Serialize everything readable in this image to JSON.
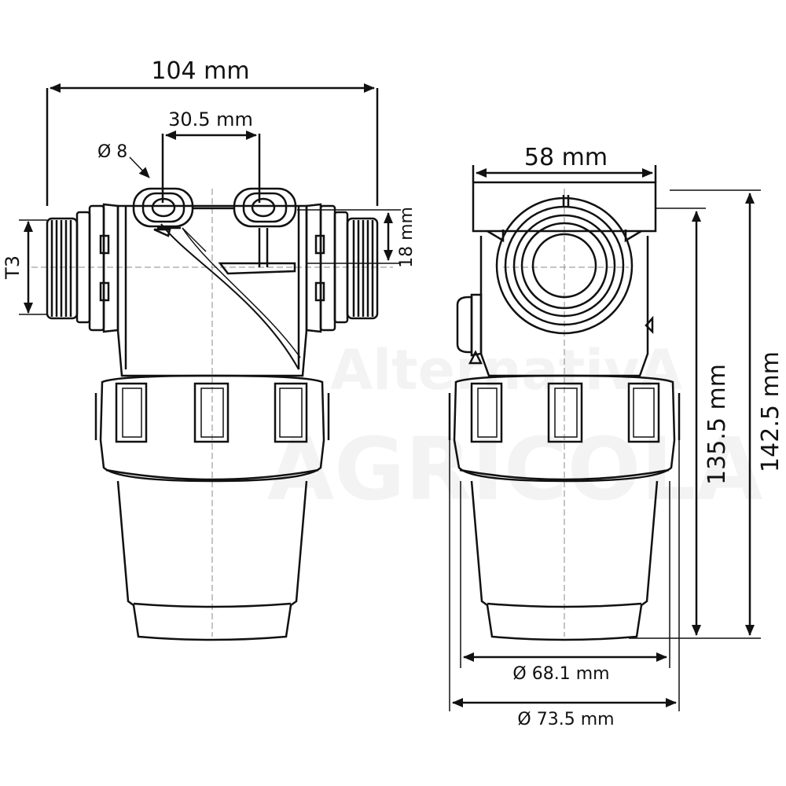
{
  "watermark": {
    "line1": "AlternativA",
    "line2": "AGRICOLA"
  },
  "front_view": {
    "width_label": "104 mm",
    "port_spacing_label": "30.5 mm",
    "hole_diameter_label": "Ø 8",
    "thread_label": "T3",
    "offset_label": "18 mm"
  },
  "side_view": {
    "width_label": "58 mm",
    "height_inner_label": "135.5 mm",
    "height_outer_label": "142.5 mm",
    "diameter_inner_label": "Ø 68.1 mm",
    "diameter_outer_label": "Ø 73.5 mm"
  },
  "colors": {
    "line": "#111111",
    "watermark": "#f3f3f3",
    "background": "#ffffff"
  }
}
